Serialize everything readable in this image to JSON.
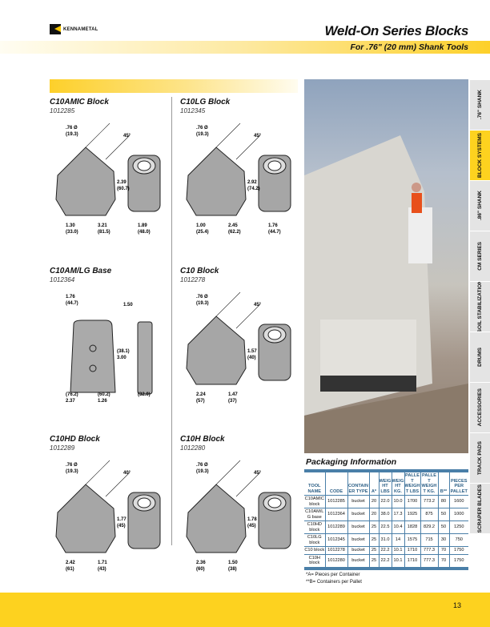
{
  "header": {
    "brand": "KENNAMETAL",
    "title": "Weld-On Series Blocks",
    "subtitle": "For .76\" (20 mm) Shank Tools"
  },
  "items": [
    {
      "name": "C10AMIC Block",
      "code": "1012285",
      "dims": [
        ".76 Ø",
        "(19.3)",
        "45°",
        "2.39",
        "(60.7)",
        "1.30",
        "(33.0)",
        "3.21",
        "(81.5)",
        "1.89",
        "(48.0)"
      ]
    },
    {
      "name": "C10LG Block",
      "code": "1012345",
      "dims": [
        ".76 Ø",
        "(19.3)",
        "45°",
        "2.92",
        "(74.2)",
        "1.00",
        "(25.4)",
        "2.45",
        "(62.2)",
        "1.76",
        "(44.7)"
      ]
    },
    {
      "name": "C10AM/LG Base",
      "code": "1012364",
      "dims": [
        "1.76",
        "(44.7)",
        "1.50",
        "(38.1)",
        "3.00",
        "(76.2)",
        "2.37",
        "(60.2)",
        "1.26",
        "(32.0)"
      ]
    },
    {
      "name": "C10 Block",
      "code": "1012278",
      "dims": [
        ".76 Ø",
        "(19.3)",
        "45°",
        "1.57",
        "(40)",
        "2.24",
        "(57)",
        "1.47",
        "(37)"
      ]
    },
    {
      "name": "C10HD Block",
      "code": "1012289",
      "dims": [
        ".76 Ø",
        "(19.3)",
        "40°",
        "1.77",
        "(45)",
        "2.42",
        "(61)",
        "1.71",
        "(43)"
      ]
    },
    {
      "name": "C10H Block",
      "code": "1012280",
      "dims": [
        ".76 Ø",
        "(19.3)",
        "45°",
        "1.78",
        "(45)",
        "2.36",
        "(60)",
        "1.50",
        "(38)"
      ]
    }
  ],
  "tabs": [
    ".76\" SHANK",
    "BLOCK SYSTEMS",
    ".86\" SHANK",
    "CM SERIES",
    "SOIL STABILIZATION",
    "DRUMS",
    "ACCESSORIES",
    "TRACK PADS",
    "SCRAPER BLADES"
  ],
  "active_tab": 1,
  "packaging": {
    "title": "Packaging Information",
    "headers": [
      "TOOL NAME",
      "CODE",
      "CONTAINER TYPE",
      "A*",
      "WEIGHT LBS",
      "WEIGHT KG.",
      "PALLET WEIGHT LBS",
      "PALLET WEIGHT KG.",
      "B**",
      "PIECES PER PALLET"
    ],
    "rows": [
      [
        "C10AMIC block",
        "1012285",
        "bucket",
        "20",
        "22.0",
        "10.0",
        "1700",
        "773.2",
        "80",
        "1600"
      ],
      [
        "C10AM/LG base",
        "1012364",
        "bucket",
        "20",
        "38.0",
        "17.3",
        "1925",
        "875",
        "50",
        "1000"
      ],
      [
        "C10HD block",
        "1012289",
        "bucket",
        "25",
        "22.5",
        "10.4",
        "1828",
        "829.2",
        "50",
        "1250"
      ],
      [
        "C10LG block",
        "1012345",
        "bucket",
        "25",
        "31.0",
        "14",
        "1575",
        "715",
        "30",
        "750"
      ],
      [
        "C10 block",
        "1012278",
        "bucket",
        "25",
        "22.2",
        "10.1",
        "1710",
        "777.3",
        "70",
        "1750"
      ],
      [
        "C10H block",
        "1012280",
        "bucket",
        "25",
        "22.2",
        "10.1",
        "1710",
        "777.3",
        "70",
        "1750"
      ]
    ],
    "notes": [
      "*A= Pieces per Container",
      "**B= Containers per Pallet"
    ]
  },
  "page_number": "13"
}
